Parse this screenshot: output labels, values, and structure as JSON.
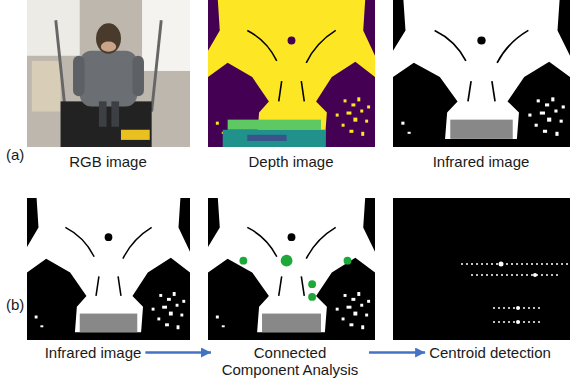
{
  "diagram": {
    "nodes": [
      {
        "text": [
          "RGB image"
        ]
      },
      {
        "text": [
          "Depth image"
        ]
      },
      {
        "text": [
          "Infrared image"
        ]
      },
      {
        "text": [
          "Infrared image"
        ]
      },
      {
        "text": [
          "Connected Component Analysis"
        ]
      },
      {
        "text": [
          "Centroid detection"
        ]
      }
    ],
    "edges": [
      {
        "from": 3,
        "to": 4,
        "arrow": "to"
      },
      {
        "from": 4,
        "to": 5,
        "arrow": "to"
      }
    ],
    "labels": [
      "(a)",
      "(b)"
    ]
  }
}
